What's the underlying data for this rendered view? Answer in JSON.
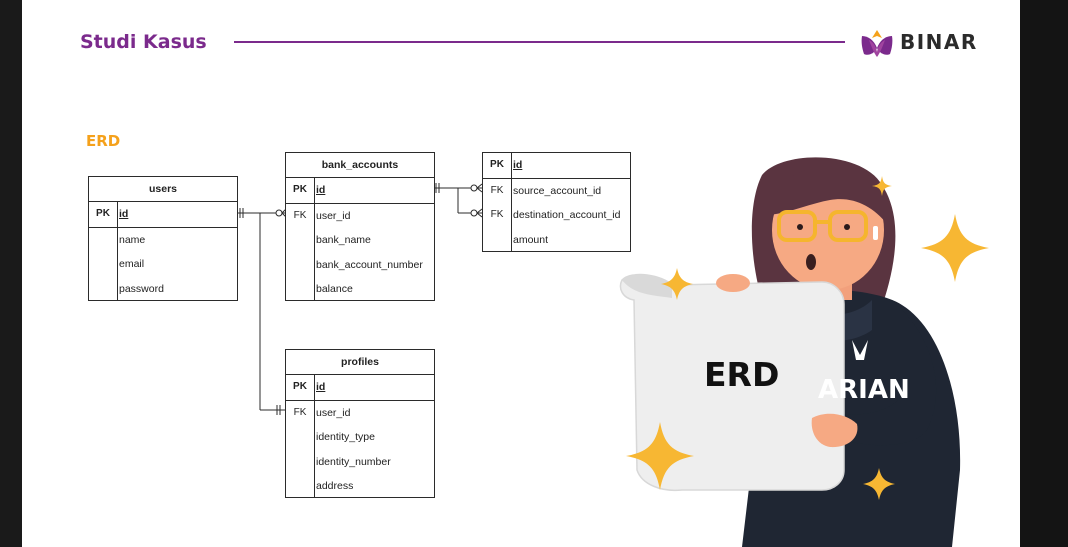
{
  "header": {
    "title": "Studi Kasus",
    "brand": "BINAR",
    "accent_color": "#7b2a8c"
  },
  "section": {
    "label": "ERD",
    "color": "#f5a11b"
  },
  "tables": {
    "users": {
      "name": "users",
      "rows": [
        {
          "key": "PK",
          "field": "id"
        },
        {
          "key": "",
          "field": "name"
        },
        {
          "key": "",
          "field": "email"
        },
        {
          "key": "",
          "field": "password"
        }
      ]
    },
    "bank_accounts": {
      "name": "bank_accounts",
      "rows": [
        {
          "key": "PK",
          "field": "id"
        },
        {
          "key": "FK",
          "field": "user_id"
        },
        {
          "key": "",
          "field": "bank_name"
        },
        {
          "key": "",
          "field": "bank_account_number"
        },
        {
          "key": "",
          "field": "balance"
        }
      ]
    },
    "transactions": {
      "rows": [
        {
          "key": "PK",
          "field": "id"
        },
        {
          "key": "FK",
          "field": "source_account_id"
        },
        {
          "key": "FK",
          "field": "destination_account_id"
        },
        {
          "key": "",
          "field": "amount"
        }
      ]
    },
    "profiles": {
      "name": "profiles",
      "rows": [
        {
          "key": "PK",
          "field": "id"
        },
        {
          "key": "FK",
          "field": "user_id"
        },
        {
          "key": "",
          "field": "identity_type"
        },
        {
          "key": "",
          "field": "identity_number"
        },
        {
          "key": "",
          "field": "address"
        }
      ]
    }
  },
  "illustration": {
    "paper_text": "ERD",
    "hoodie_text": "ARIAN"
  }
}
